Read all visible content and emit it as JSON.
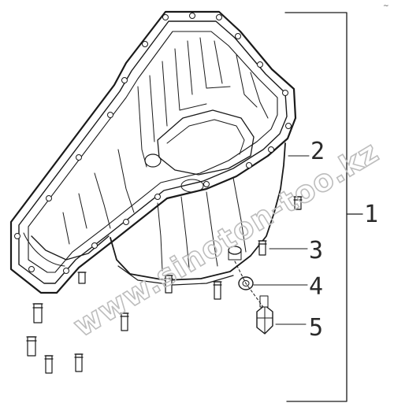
{
  "callouts": {
    "c1": "1",
    "c2": "2",
    "c3": "3",
    "c4": "4",
    "c5": "5"
  },
  "corner_mark": "~",
  "watermark": "www.sinoton-too.kz",
  "colors": {
    "line": "#1a1a1a",
    "watermark": "#bdbdbd",
    "background": "#ffffff"
  }
}
